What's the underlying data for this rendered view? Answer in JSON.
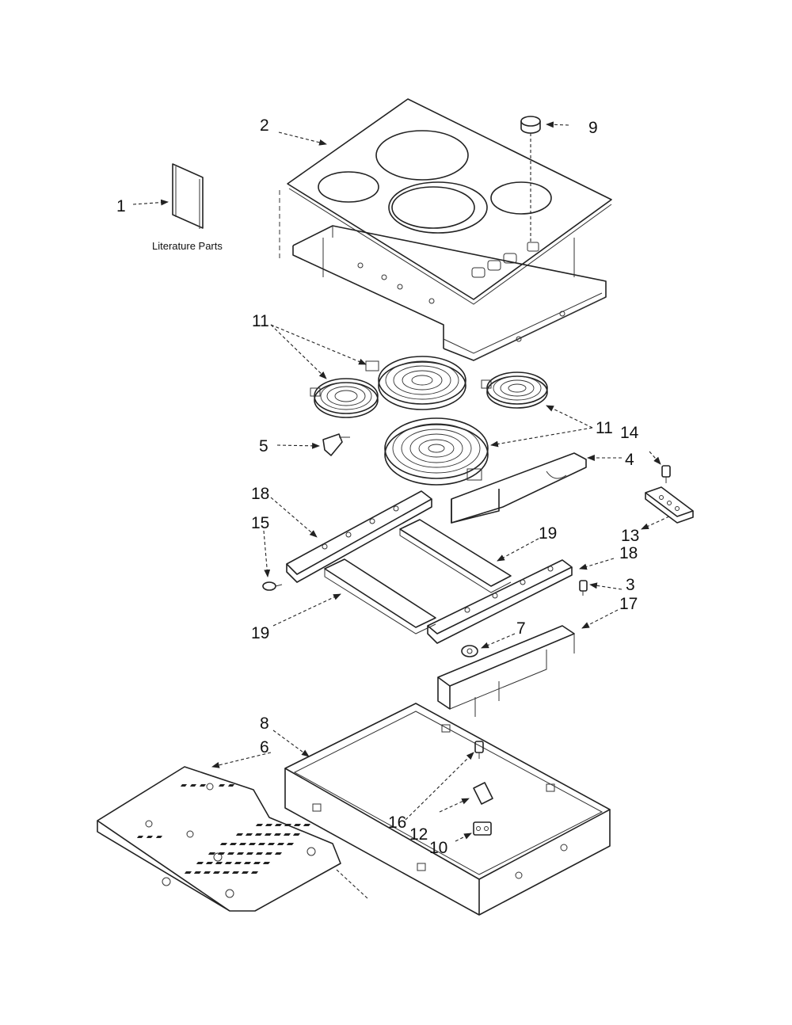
{
  "diagram": {
    "literature_caption": "Literature Parts",
    "callouts": {
      "c1": "1",
      "c2": "2",
      "c3": "3",
      "c4": "4",
      "c5": "5",
      "c6": "6",
      "c7": "7",
      "c8": "8",
      "c9": "9",
      "c10": "10",
      "c11_top": "11",
      "c11_right": "11",
      "c12": "12",
      "c13": "13",
      "c14": "14",
      "c15": "15",
      "c16": "16",
      "c17": "17",
      "c18_left": "18",
      "c18_right": "18",
      "c19_right": "19",
      "c19_left": "19"
    }
  }
}
